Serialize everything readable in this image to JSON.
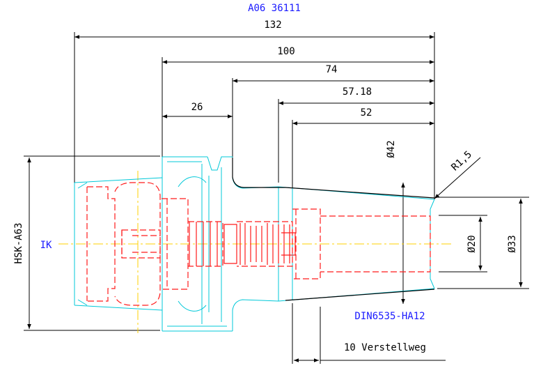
{
  "drawing": {
    "part_number": "A06 36111",
    "dimensions": {
      "d132": "132",
      "d100": "100",
      "d74": "74",
      "d57": "57.18",
      "d52": "52",
      "d26": "26",
      "dia42": "Ø42",
      "dia20": "Ø20",
      "dia33": "Ø33",
      "radius": "R1,5",
      "hsk": "HSK-A63"
    },
    "labels": {
      "coolant": "IK",
      "standard": "DIN6535-HA12",
      "adjustment": "10 Verstellweg"
    },
    "colors": {
      "part_number": "#1a1aff",
      "coolant": "#1a1aff",
      "standard": "#1a1aff",
      "dimension": "#000000",
      "outline": "#00c8d8",
      "hidden": "#ff1a1a",
      "centerline": "#ffd000"
    }
  }
}
